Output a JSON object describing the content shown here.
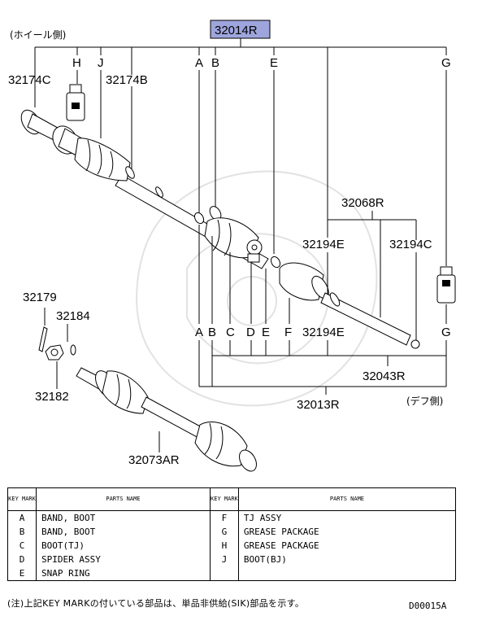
{
  "side_labels": {
    "wheel": "(ホイール側)",
    "diff": "(デフ側)"
  },
  "part_numbers": {
    "main": "32014R",
    "p32174C": "32174C",
    "p32174B": "32174B",
    "p32068R": "32068R",
    "p32194E_top": "32194E",
    "p32194C": "32194C",
    "p32194E_bottom": "32194E",
    "p32043R": "32043R",
    "p32013R": "32013R",
    "p32179": "32179",
    "p32184": "32184",
    "p32182": "32182",
    "p32073AR": "32073AR"
  },
  "key_letters": {
    "top": [
      "H",
      "J",
      "A",
      "B",
      "E",
      "G"
    ],
    "bottom": [
      "A",
      "B",
      "C",
      "D",
      "E",
      "F",
      "G"
    ]
  },
  "legend": {
    "header": {
      "key": "KEY MARK",
      "parts": "PARTS NAME"
    },
    "left": [
      {
        "key": "A",
        "name": "BAND, BOOT"
      },
      {
        "key": "B",
        "name": "BAND, BOOT"
      },
      {
        "key": "C",
        "name": "BOOT(TJ)"
      },
      {
        "key": "D",
        "name": "SPIDER ASSY"
      },
      {
        "key": "E",
        "name": "SNAP RING"
      }
    ],
    "right": [
      {
        "key": "F",
        "name": "TJ ASSY"
      },
      {
        "key": "G",
        "name": "GREASE PACKAGE"
      },
      {
        "key": "H",
        "name": "GREASE PACKAGE"
      },
      {
        "key": "J",
        "name": "BOOT(BJ)"
      },
      {
        "key": "",
        "name": ""
      }
    ]
  },
  "note": "(注)上記KEY MARKの付いている部品は、単品非供給(SIK)部品を示す。",
  "code": "D00015A",
  "colors": {
    "highlight": "#9ea5dd"
  }
}
